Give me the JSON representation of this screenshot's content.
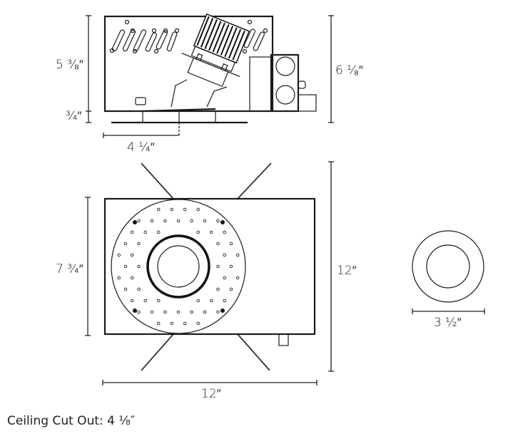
{
  "side_view": {
    "housing_height": "5 ³⁄₈″",
    "trim_height": "³⁄₄″",
    "overall_height": "6 ¹⁄₈″",
    "aperture_offset": "4 ¹⁄₄″"
  },
  "plan_view": {
    "housing_width": "7 ³⁄₄″",
    "overall_length": "12″",
    "overall_width": "12″"
  },
  "trim_view": {
    "trim_diameter": "3 ¹⁄₂″"
  },
  "caption": "Ceiling Cut Out: 4 ¹⁄₈″"
}
